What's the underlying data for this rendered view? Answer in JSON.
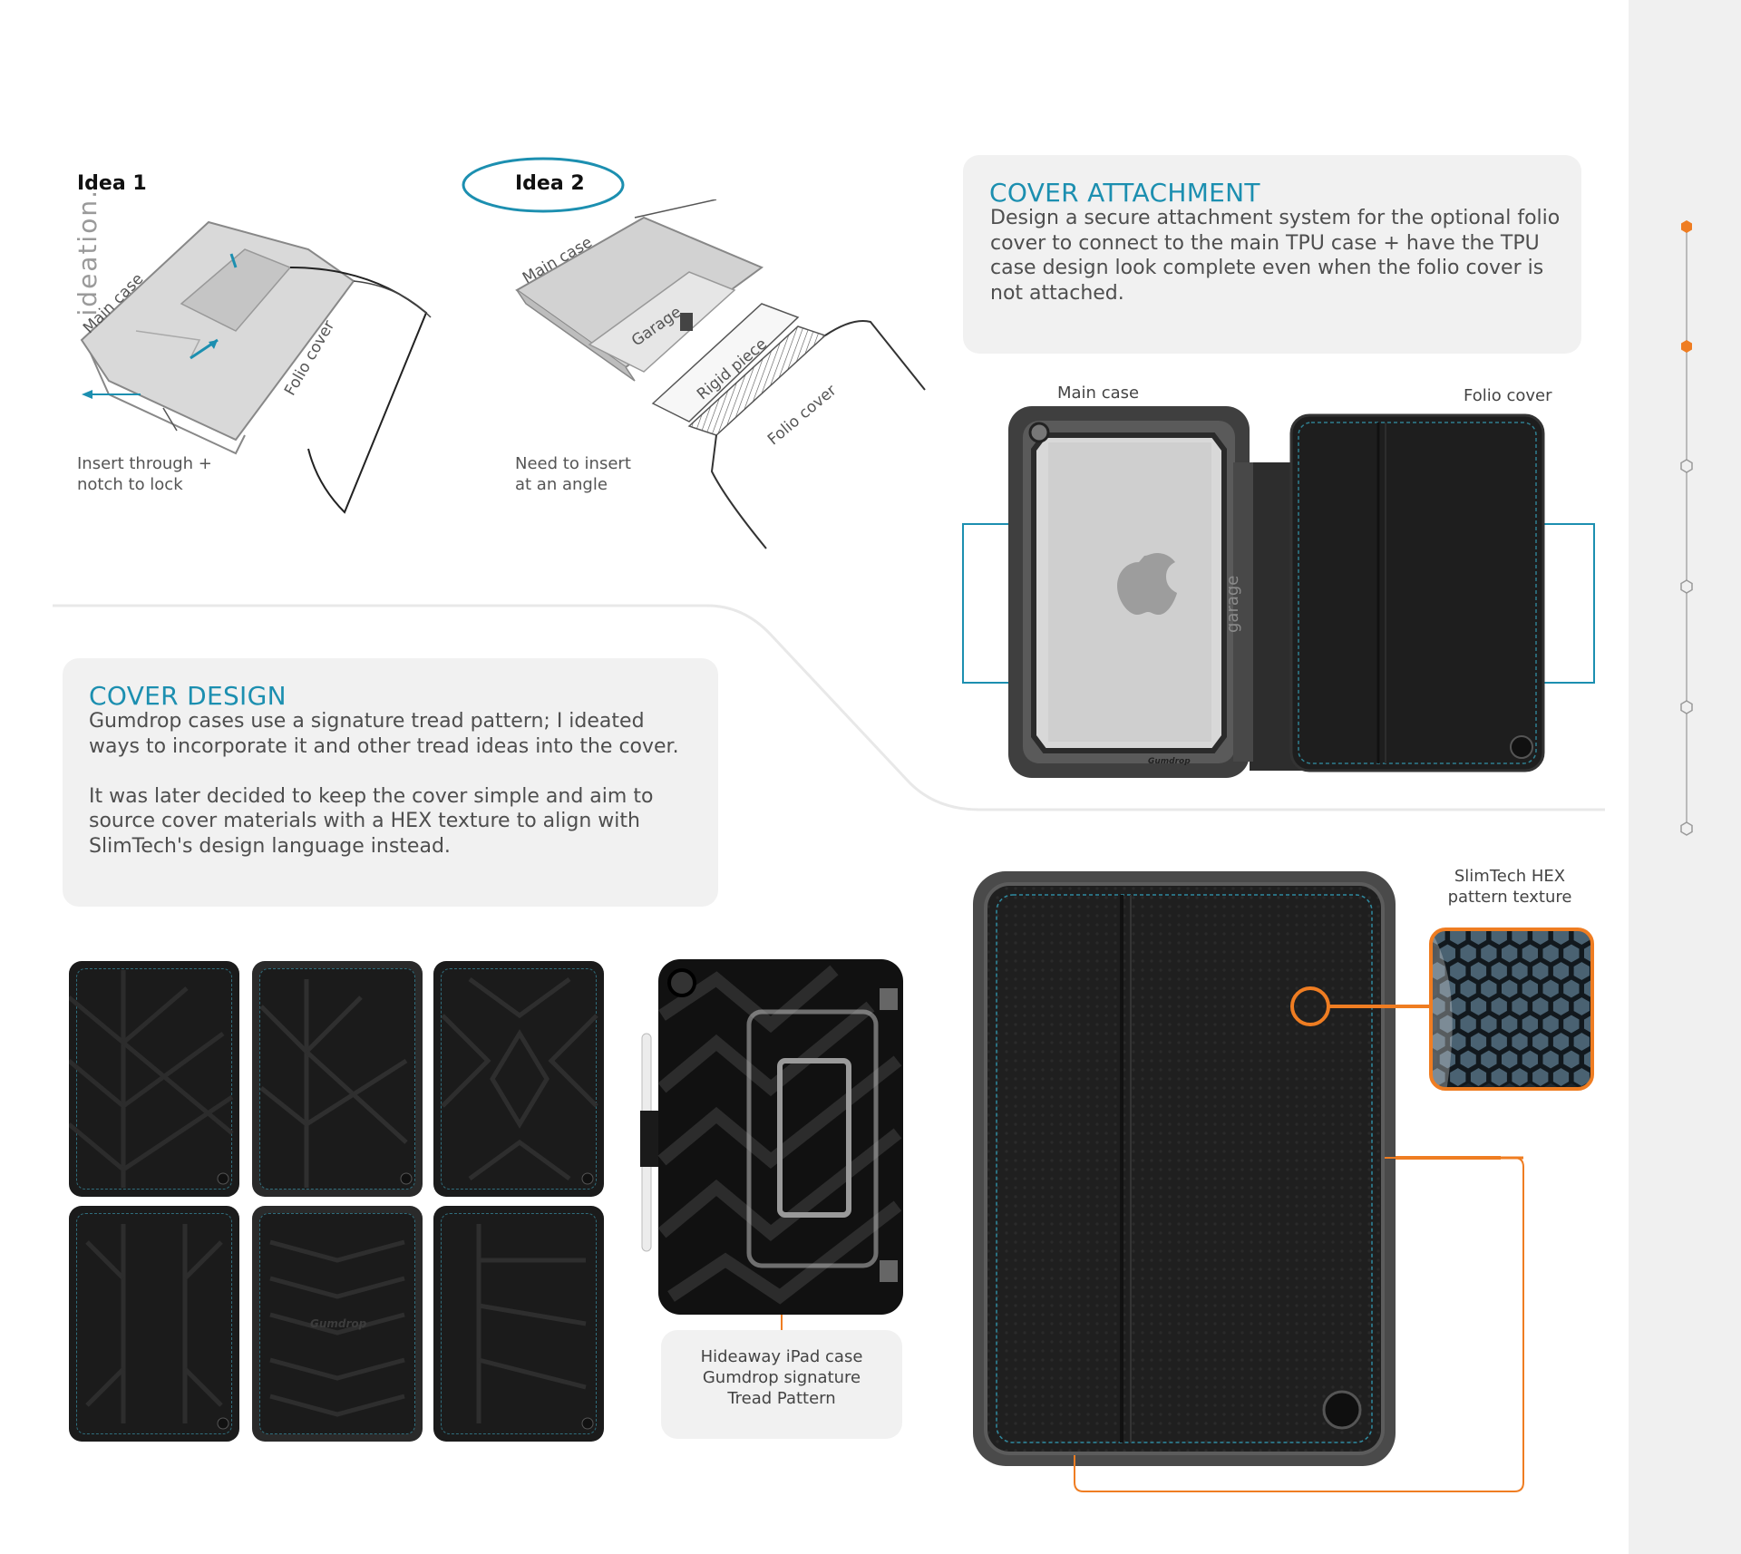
{
  "sidebar": {
    "label": "ideation."
  },
  "idea1": {
    "label": "Idea 1",
    "main_case": "Main case",
    "folio_cover": "Folio cover",
    "note_line1": "Insert through +",
    "note_line2": "notch to lock"
  },
  "idea2": {
    "label": "Idea 2",
    "main_case": "Main case",
    "garage": "Garage",
    "rigid_piece": "Rigid piece",
    "folio_cover": "Folio cover",
    "note_line1": "Need to insert",
    "note_line2": "at an angle"
  },
  "cover_attachment": {
    "title": "COVER ATTACHMENT",
    "lines": [
      "Design a secure attachment system for the optional folio",
      "cover to connect to the main TPU case + have the TPU",
      "case design look complete even when the folio cover is",
      "not attached."
    ],
    "main_case": "Main case",
    "folio_cover": "Folio cover",
    "garage": "garage",
    "brand": "Gumdrop"
  },
  "cover_design": {
    "title": "COVER DESIGN",
    "lines": [
      "Gumdrop cases use a signature tread pattern; I ideated",
      "ways to incorporate it and other tread ideas into the cover.",
      "",
      "It was later decided to keep the cover simple and aim to",
      "source cover materials with a HEX texture to align with",
      "SlimTech's design language instead."
    ],
    "tile_brand": "Gumdrop"
  },
  "hideaway": {
    "lines": [
      "Hideaway iPad case",
      "Gumdrop signature",
      "Tread Pattern"
    ]
  },
  "hex": {
    "lines": [
      "SlimTech HEX",
      "pattern texture"
    ]
  },
  "colors": {
    "accent_blue": "#1c8fb0",
    "accent_orange": "#ef7d22",
    "card_bg": "#f1f1f1"
  }
}
